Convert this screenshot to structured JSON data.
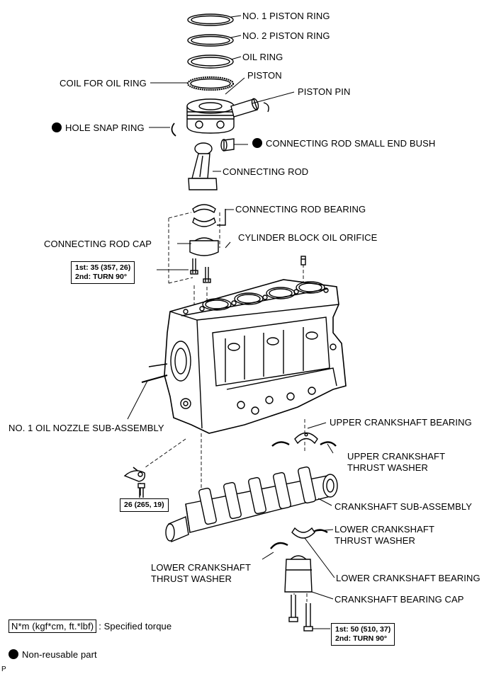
{
  "labels": {
    "no1_piston_ring": "NO. 1 PISTON RING",
    "no2_piston_ring": "NO. 2 PISTON RING",
    "oil_ring": "OIL RING",
    "coil_for_oil_ring": "COIL FOR OIL RING",
    "piston": "PISTON",
    "piston_pin": "PISTON PIN",
    "hole_snap_ring": "HOLE SNAP RING",
    "small_end_bush": "CONNECTING ROD SMALL END BUSH",
    "connecting_rod": "CONNECTING ROD",
    "connecting_rod_bearing": "CONNECTING ROD BEARING",
    "connecting_rod_cap": "CONNECTING ROD CAP",
    "cylinder_block_oil_orifice": "CYLINDER BLOCK OIL ORIFICE",
    "oil_nozzle": "NO. 1 OIL NOZZLE SUB-ASSEMBLY",
    "upper_crankshaft_bearing": "UPPER CRANKSHAFT BEARING",
    "upper_thrust_washer_1": "UPPER CRANKSHAFT",
    "upper_thrust_washer_2": "THRUST WASHER",
    "crankshaft": "CRANKSHAFT SUB-ASSEMBLY",
    "lower_thrust_washer_right_1": "LOWER CRANKSHAFT",
    "lower_thrust_washer_right_2": "THRUST WASHER",
    "lower_thrust_washer_left_1": "LOWER CRANKSHAFT",
    "lower_thrust_washer_left_2": "THRUST WASHER",
    "lower_crankshaft_bearing": "LOWER CRANKSHAFT BEARING",
    "crankshaft_bearing_cap": "CRANKSHAFT BEARING CAP"
  },
  "torques": {
    "rod_cap_1": "1st: 35 (357, 26)",
    "rod_cap_2": "2nd: TURN 90°",
    "nozzle": "26 (265, 19)",
    "main_cap_1": "1st: 50 (510, 37)",
    "main_cap_2": "2nd: TURN 90°"
  },
  "legend": {
    "torque_units": "N*m (kgf*cm, ft.*lbf)",
    "torque_text": ": Specified torque",
    "non_reusable": "Non-reusable part"
  },
  "corner_mark": "P",
  "icons": [
    "non-reusable-dot"
  ]
}
